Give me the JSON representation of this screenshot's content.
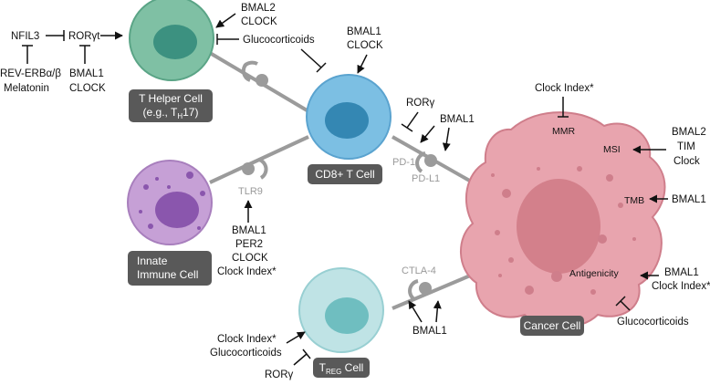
{
  "cells": {
    "th": {
      "label_line1": "T Helper Cell",
      "label_line2_prefix": "(e.g., T",
      "label_line2_sub": "H",
      "label_line2_suffix": "17)",
      "fill": "#7fc0a4",
      "nucleus": "#3c9180"
    },
    "cd8": {
      "label": "CD8+ T Cell",
      "fill": "#7cbfe3",
      "nucleus": "#3487b3"
    },
    "innate": {
      "label_line1": "Innate",
      "label_line2": "Immune Cell",
      "fill": "#c6a0d6",
      "nucleus": "#8a56ad"
    },
    "treg": {
      "label_prefix": "T",
      "label_sub": "REG",
      "label_suffix": " Cell",
      "fill": "#bfe3e5",
      "nucleus": "#6fbec0"
    },
    "cancer": {
      "label": "Cancer Cell",
      "fill": "#e8a4ae",
      "nucleus": "#d3808b"
    }
  },
  "receptors": {
    "tlr9": "TLR9",
    "pd1": "PD-1",
    "pdl1": "PD-L1",
    "ctla4": "CTLA-4"
  },
  "cancer_features": {
    "mmr": "MMR",
    "msi": "MSI",
    "tmb": "TMB",
    "antigenicity": "Antigenicity"
  },
  "regulators": {
    "nfil3": "NFIL3",
    "rorgt": "RORγt",
    "reverb": "REV-ERBα/β",
    "melatonin": "Melatonin",
    "rorgt_bmal1": "BMAL1",
    "rorgt_clock": "CLOCK",
    "th_bmal2": "BMAL2",
    "th_clock": "CLOCK",
    "glucocorticoids_th": "Glucocorticoids",
    "cd8_bmal1": "BMAL1",
    "cd8_clock": "CLOCK",
    "pd_rorg": "RORγ",
    "pd_bmal1": "BMAL1",
    "tlr9_bmal1": "BMAL1",
    "tlr9_per2": "PER2",
    "tlr9_clock": "CLOCK",
    "tlr9_clockindex": "Clock Index*",
    "mmr_clockindex": "Clock Index*",
    "msi_bmal2": "BMAL2",
    "msi_tim": "TIM",
    "msi_clock": "Clock",
    "tmb_bmal1": "BMAL1",
    "anti_bmal1": "BMAL1",
    "anti_clockindex": "Clock Index*",
    "cancer_gluco": "Glucocorticoids",
    "ctla4_bmal1": "BMAL1",
    "treg_clockindex": "Clock Index*",
    "treg_gluco": "Glucocorticoids",
    "treg_rorg": "RORγ"
  },
  "colors": {
    "line": "#9b9b9b",
    "receptor": "#9b9b9b",
    "label_box": "#595959",
    "arrow": "#111111"
  }
}
